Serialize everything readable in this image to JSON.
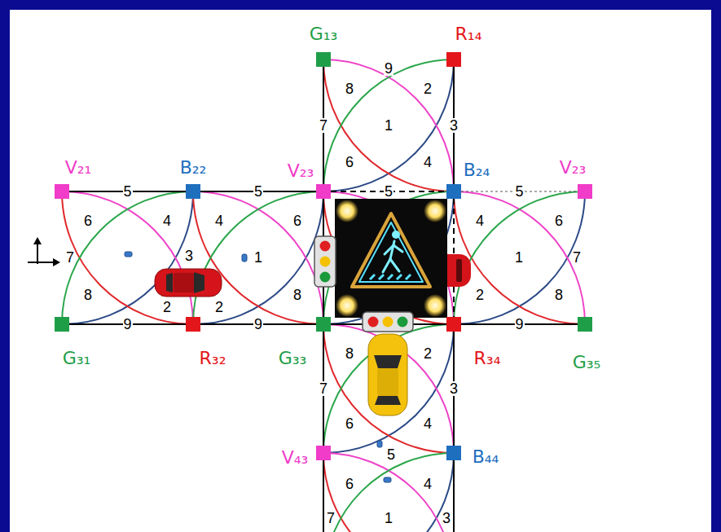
{
  "diagram": {
    "nodes": [
      {
        "text": [
          "G₁₃"
        ]
      },
      {
        "text": [
          "R₁₄"
        ]
      },
      {
        "text": [
          "V₂₁"
        ]
      },
      {
        "text": [
          "B₂₂"
        ]
      },
      {
        "text": [
          "V₂₃"
        ]
      },
      {
        "text": [
          "B₂₄"
        ]
      },
      {
        "text": [
          "V₂₃"
        ]
      },
      {
        "text": [
          "G₃₁"
        ]
      },
      {
        "text": [
          "R₃₂"
        ]
      },
      {
        "text": [
          "G₃₃"
        ]
      },
      {
        "text": [
          "R₃₄"
        ]
      },
      {
        "text": [
          "G₃₅"
        ]
      },
      {
        "text": [
          "V₄₃"
        ]
      },
      {
        "text": [
          "B₄₄"
        ]
      }
    ],
    "edges": [
      {
        "from": 2,
        "to": 3,
        "arrow": "none",
        "label": "5"
      },
      {
        "from": 3,
        "to": 4,
        "arrow": "none",
        "label": "5"
      },
      {
        "from": 4,
        "to": 5,
        "arrow": "none",
        "label": "5"
      },
      {
        "from": 5,
        "to": 6,
        "arrow": "none",
        "label": "5"
      },
      {
        "from": 7,
        "to": 8,
        "arrow": "none",
        "label": "9"
      },
      {
        "from": 8,
        "to": 9,
        "arrow": "none",
        "label": "9"
      },
      {
        "from": 9,
        "to": 10,
        "arrow": "none"
      },
      {
        "from": 10,
        "to": 11,
        "arrow": "none",
        "label": "9"
      },
      {
        "from": 0,
        "to": 4,
        "arrow": "none",
        "label": "7"
      },
      {
        "from": 1,
        "to": 5,
        "arrow": "none",
        "label": "3"
      },
      {
        "from": 4,
        "to": 9,
        "arrow": "none"
      },
      {
        "from": 5,
        "to": 10,
        "arrow": "none"
      },
      {
        "from": 9,
        "to": 12,
        "arrow": "none",
        "label": "7"
      },
      {
        "from": 10,
        "to": 13,
        "arrow": "none",
        "label": "3"
      }
    ],
    "labels": [
      "9",
      "8",
      "2",
      "1",
      "6",
      "4",
      "6",
      "4",
      "4",
      "6",
      "4",
      "6",
      "7",
      "3",
      "1",
      "1",
      "7",
      "8",
      "2",
      "2",
      "8",
      "2",
      "8",
      "8",
      "2",
      "6",
      "4",
      "5",
      "6",
      "4",
      "7",
      "1",
      "3"
    ]
  }
}
